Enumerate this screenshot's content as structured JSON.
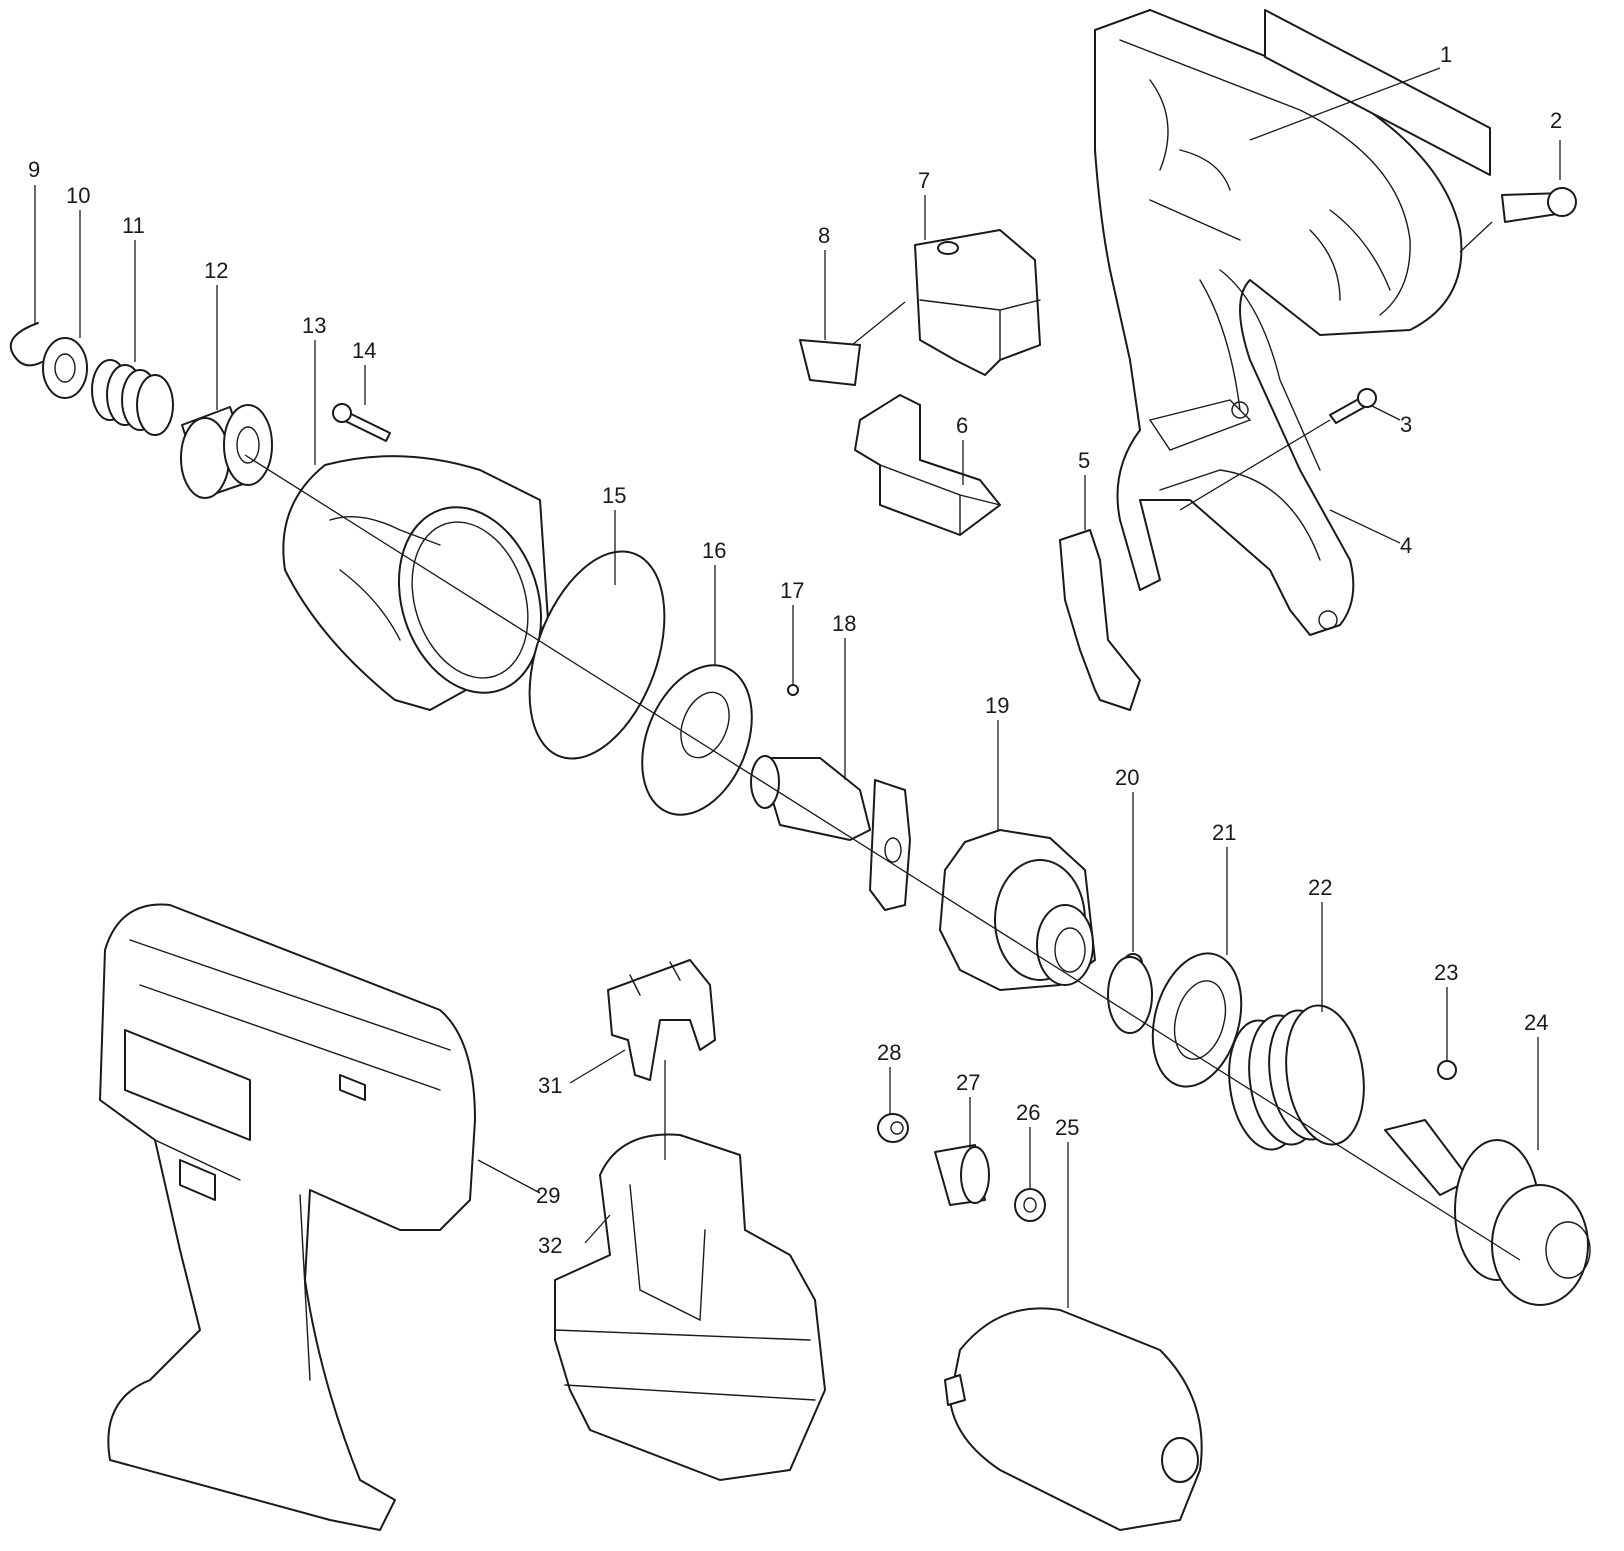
{
  "diagram": {
    "part_numbers": [
      "1",
      "2",
      "3",
      "4",
      "5",
      "6",
      "7",
      "8",
      "9",
      "10",
      "11",
      "12",
      "13",
      "14",
      "15",
      "16",
      "17",
      "18",
      "19",
      "20",
      "21",
      "22",
      "23",
      "24",
      "25",
      "26",
      "27",
      "28",
      "29",
      "31",
      "32"
    ]
  }
}
